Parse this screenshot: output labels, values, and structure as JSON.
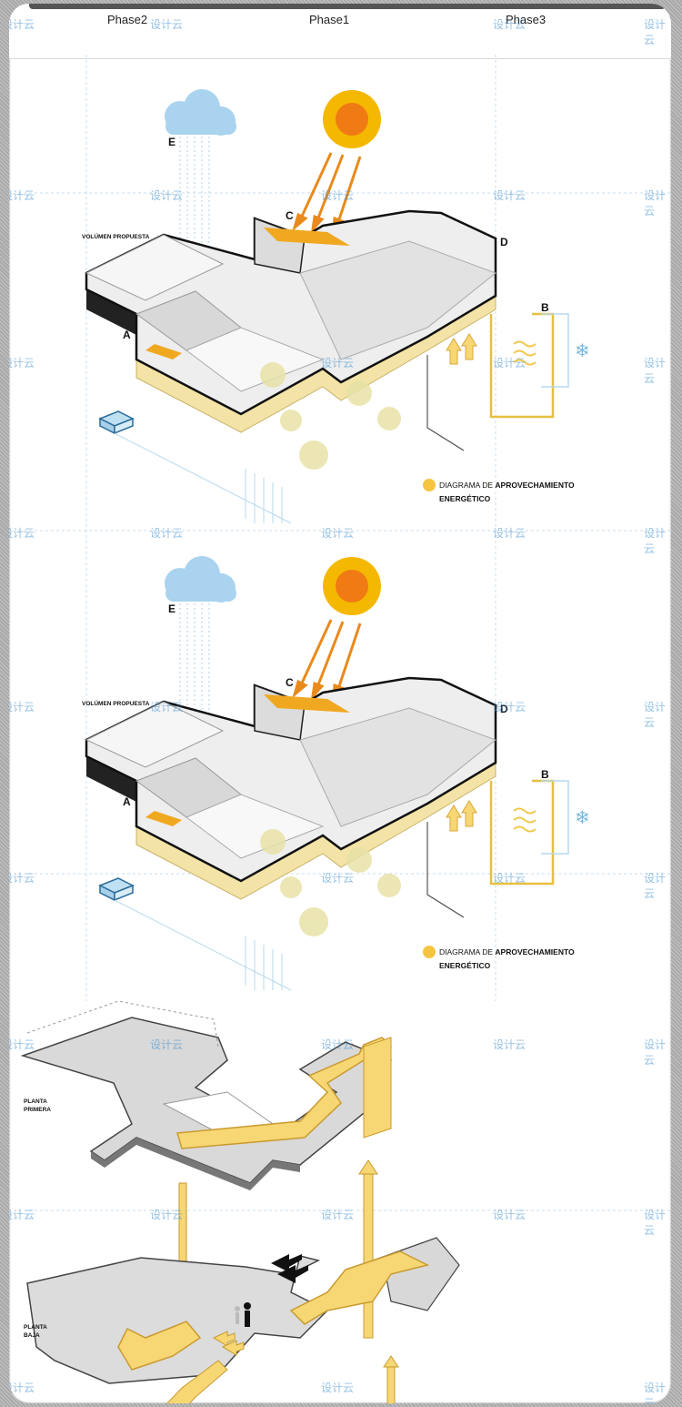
{
  "tabs": [
    "Phase2",
    "Phase1",
    "Phase3"
  ],
  "diagram1": {
    "label_volume": "VOLÚMEN PROPUESTA",
    "label_a": "A",
    "label_b": "B",
    "label_c": "C",
    "label_d": "D",
    "label_e": "E",
    "legend_prefix": "DIAGRAMA DE ",
    "legend_bold": "APROVECHAMIENTO",
    "legend_line2": "ENERGÉTICO"
  },
  "diagram2": {
    "label_volume": "VOLÚMEN PROPUESTA",
    "label_a": "A",
    "label_b": "B",
    "label_c": "C",
    "label_d": "D",
    "label_e": "E",
    "legend_prefix": "DIAGRAMA DE ",
    "legend_bold": "APROVECHAMIENTO",
    "legend_line2": "ENERGÉTICO"
  },
  "diagram3": {
    "label_upper_1": "PLANTA",
    "label_upper_2": "PRIMERA",
    "label_lower_1": "PLANTA",
    "label_lower_2": "BAJA"
  },
  "watermark": "设计云",
  "colors": {
    "sun_outer": "#f5b800",
    "sun_inner": "#f07a14",
    "arrow": "#e98a1c",
    "yellow": "#f7d774",
    "yellow_band": "#f3e3a6",
    "cloud": "#a9d3ef",
    "dark": "#111111"
  }
}
